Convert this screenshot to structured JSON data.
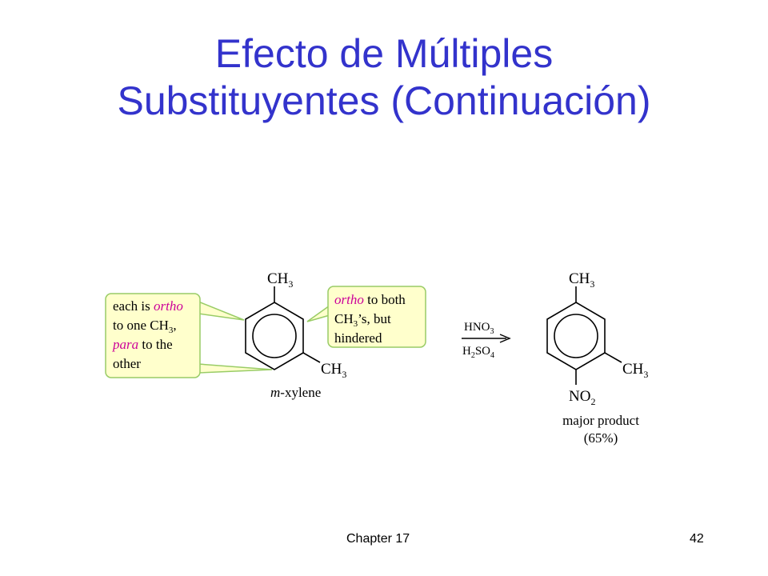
{
  "title": {
    "line1": "Efecto de Múltiples",
    "line2": "Substituyentes (Continuación)"
  },
  "colors": {
    "title": "#3333cc",
    "callout_bg": "#ffffcc",
    "callout_border": "#99cc66",
    "magenta": "#cc0099"
  },
  "left_molecule": {
    "top_group": "CH",
    "top_group_sub": "3",
    "right_group": "CH",
    "right_group_sub": "3",
    "name_italic": "m",
    "name_rest": "-xylene"
  },
  "left_callout": {
    "line1_plain": "each is ",
    "line1_italic": "ortho",
    "line2_plain": "to one CH",
    "line2_sub": "3",
    "line2_end": ",",
    "line3_italic": "para",
    "line3_plain": " to the",
    "line4": "other"
  },
  "right_callout": {
    "line1_italic": "ortho",
    "line1_plain": " to both",
    "line2_plain": "CH",
    "line2_sub": "3",
    "line2_end": "’s, but",
    "line3": "hindered"
  },
  "reagents": {
    "top": "HNO",
    "top_sub": "3",
    "bottom_h": "H",
    "bottom_h_sub": "2",
    "bottom_so": "SO",
    "bottom_so_sub": "4"
  },
  "product": {
    "top_group": "CH",
    "top_group_sub": "3",
    "right_group": "CH",
    "right_group_sub": "3",
    "bottom_group": "NO",
    "bottom_group_sub": "2",
    "label_line1": "major product",
    "label_line2": "(65%)"
  },
  "footer": {
    "chapter": "Chapter 17",
    "page": "42"
  }
}
